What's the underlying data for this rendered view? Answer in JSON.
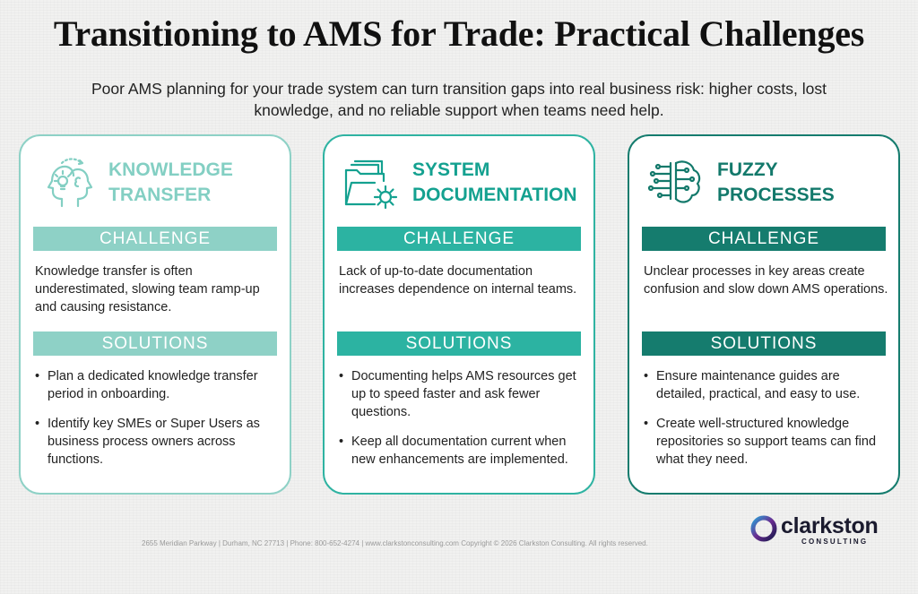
{
  "title": "Transitioning to AMS for Trade: Practical Challenges",
  "subtitle": "Poor AMS planning for your trade system can turn transition gaps into real business risk: higher costs, lost knowledge, and no reliable support when teams need help.",
  "colors": {
    "light_teal": "#8ed1c6",
    "mid_teal": "#2cb3a2",
    "dark_teal": "#157c6e"
  },
  "cards": [
    {
      "icon": "knowledge-transfer-icon",
      "title": "KNOWLEDGE TRANSFER",
      "challenge_label": "CHALLENGE",
      "challenge": "Knowledge transfer is often underestimated, slowing team ramp-up and causing resistance.",
      "solutions_label": "SOLUTIONS",
      "solutions": [
        "Plan a dedicated knowledge transfer period in onboarding.",
        "Identify key SMEs or Super Users as business process owners across functions."
      ]
    },
    {
      "icon": "documentation-gear-icon",
      "title": "SYSTEM DOCUMENTATION",
      "challenge_label": "CHALLENGE",
      "challenge": "Lack of up-to-date documentation increases dependence on internal teams.",
      "solutions_label": "SOLUTIONS",
      "solutions": [
        "Documenting helps AMS resources get up to speed faster and ask fewer questions.",
        "Keep all documentation current when new enhancements are implemented."
      ]
    },
    {
      "icon": "brain-circuit-icon",
      "title": "FUZZY PROCESSES",
      "challenge_label": "CHALLENGE",
      "challenge": "Unclear processes in key areas create confusion and slow down AMS operations.",
      "solutions_label": "SOLUTIONS",
      "solutions": [
        "Ensure maintenance guides are detailed, practical, and easy to use.",
        "Create well-structured knowledge repositories so support teams can find what they need."
      ]
    }
  ],
  "footer": "2655 Meridian Parkway | Durham, NC 27713 | Phone: 800-652-4274 | www.clarkstonconsulting.com Copyright © 2026 Clarkston Consulting. All rights reserved.",
  "logo": {
    "name": "clarkston",
    "sub": "CONSULTING"
  }
}
